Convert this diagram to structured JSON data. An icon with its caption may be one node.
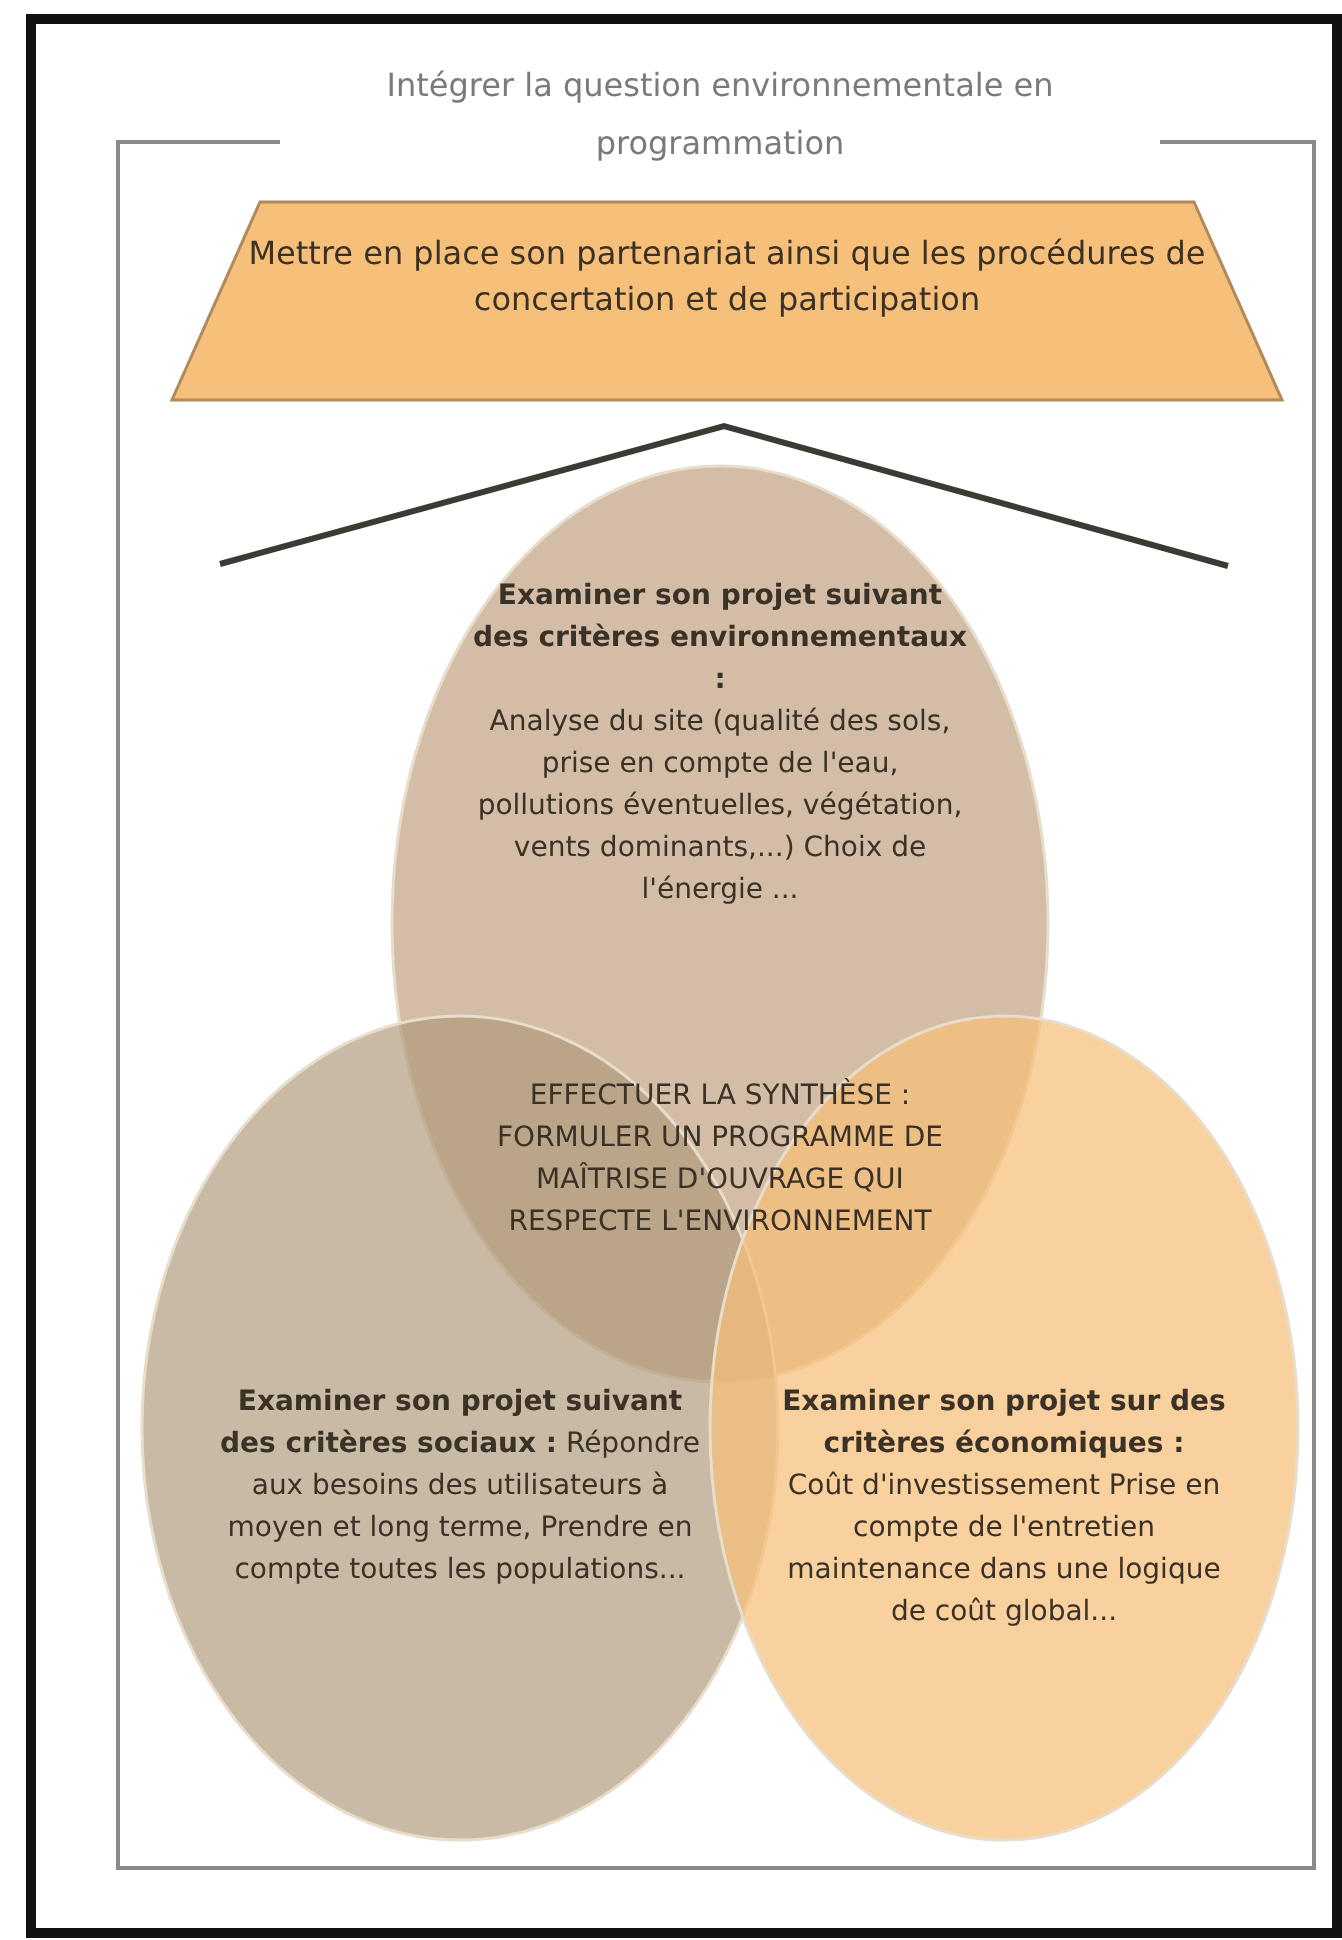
{
  "diagram": {
    "nodes": [
      {
        "text": [
          "Intégrer la question environnementale en programmation"
        ]
      },
      {
        "text": [
          "Mettre en place son partenariat ainsi que les procédures de concertation et de participation"
        ],
        "in": 0
      },
      {
        "text": [
          "Examiner son projet suivant des critères environnementaux :",
          "Analyse du site (qualité des sols, prise en compte de l'eau, pollutions éventuelles, végétation, vents dominants,...) Choix de l'énergie ..."
        ],
        "in": 0
      },
      {
        "text": [
          "Examiner son projet suivant des critères sociaux :",
          "Répondre aux besoins des utilisateurs à moyen et long terme, Prendre en compte toutes les populations..."
        ],
        "in": 0
      },
      {
        "text": [
          "Examiner son projet sur des critères économiques :",
          "Coût d'investissement Prise en compte de l'entretien maintenance dans une logique de coût global..."
        ],
        "in": 0
      }
    ],
    "edges": [],
    "labels": [
      "EFFECTUER LA SYNTHÈSE : FORMULER UN PROGRAMME DE MAÎTRISE D'OUVRAGE QUI RESPECTE L'ENVIRONNEMENT"
    ]
  }
}
